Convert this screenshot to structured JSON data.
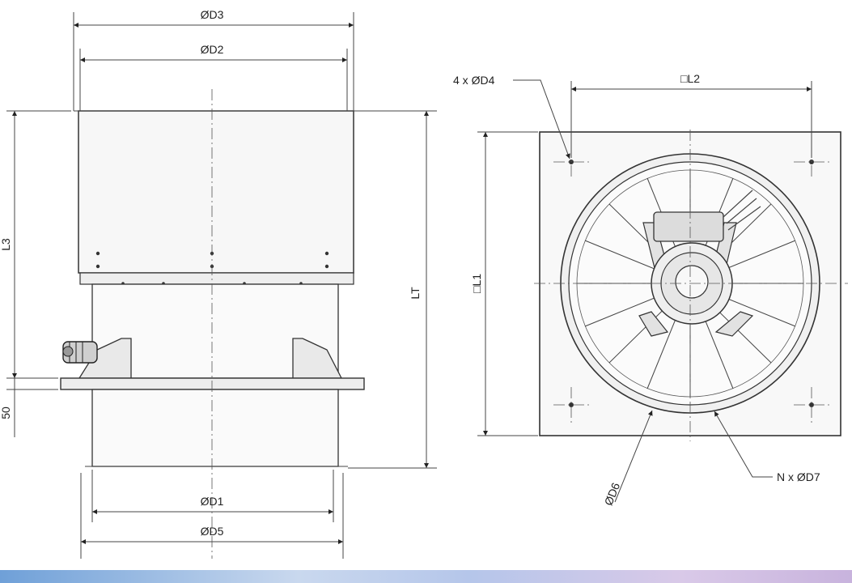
{
  "side_view": {
    "dims": {
      "d3": "ØD3",
      "d2": "ØD2",
      "d1": "ØD1",
      "d5": "ØD5",
      "l3": "L3",
      "lt": "LT",
      "fifty": "50"
    }
  },
  "front_view": {
    "dims": {
      "l2": "□L2",
      "l1": "□L1",
      "d4": "4 x ØD4",
      "d6": "ØD6",
      "d7": "N x ØD7"
    }
  },
  "colors": {
    "line": "#333333",
    "fill_light": "#f6f6f6",
    "fill_mid": "#e6e6e6",
    "band_start": "#6fa0d8",
    "band_end": "#c8b3dd"
  }
}
